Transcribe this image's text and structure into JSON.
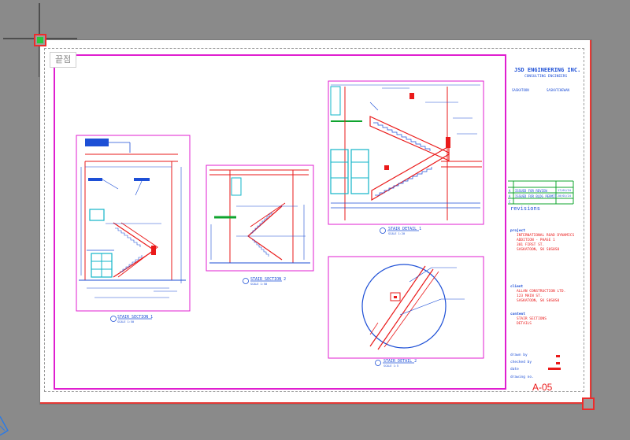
{
  "sheet": {
    "tag": "끝점",
    "cursor_crosshair": true
  },
  "title_block": {
    "company": "JSD ENGINEERING INC.",
    "subtitle": "CONSULTING ENGINEERS",
    "city": "SASKATOON",
    "province": "SASKATCHEWAN",
    "revisions_label": "revisions",
    "revisions": [
      {
        "no": "A",
        "desc": "ISSUED FOR REVIEW",
        "date": "17/01/24"
      },
      {
        "no": "A",
        "desc": "ISSUED FOR BLDG PERMIT",
        "date": "20/01/24"
      },
      {
        "no": "C",
        "desc": "",
        "date": ""
      }
    ],
    "project_label": "project",
    "project_lines": [
      "INTERNATIONAL ROAD DYNAMICS",
      "ADDITION - PHASE 1",
      "301 FIRST ST.",
      "SASKATOON, SK  S0S0S0"
    ],
    "client_label": "client",
    "client_lines": [
      "ALLAN CONSTRUCTION LTD.",
      "123 MAIN ST.",
      "SASKATOON, SK  S0S0S0"
    ],
    "content_label": "content",
    "content_lines": [
      "STAIR SECTIONS",
      "DETAILS"
    ],
    "drawn_by_label": "drawn by",
    "checked_by_label": "checked by",
    "date_label": "date",
    "drawing_no_label": "drawing no.",
    "drawing_no": "A-05"
  },
  "drawings": [
    {
      "id": "section-1",
      "num": "1",
      "title": "STAIR SECTION 1",
      "scale": "SCALE 1:50"
    },
    {
      "id": "section-2",
      "num": "2",
      "title": "STAIR SECTION 2",
      "scale": "SCALE 1:50"
    },
    {
      "id": "detail-1",
      "num": "1",
      "title": "STAIR DETAIL 1",
      "scale": "SCALE 1:20"
    },
    {
      "id": "detail-2",
      "num": "2",
      "title": "STAIR DETAIL 2",
      "scale": "SCALE 1:5"
    }
  ],
  "colors": {
    "canvas": "#8a8a8a",
    "viewport_border": "#e01ed0",
    "grip": "#ee2b2b",
    "grip_active": "#28c940",
    "drawing_blue": "#1d4fd6",
    "drawing_red": "#ea1a1a",
    "drawing_cyan": "#12b5c9",
    "drawing_green": "#0fa42e"
  }
}
